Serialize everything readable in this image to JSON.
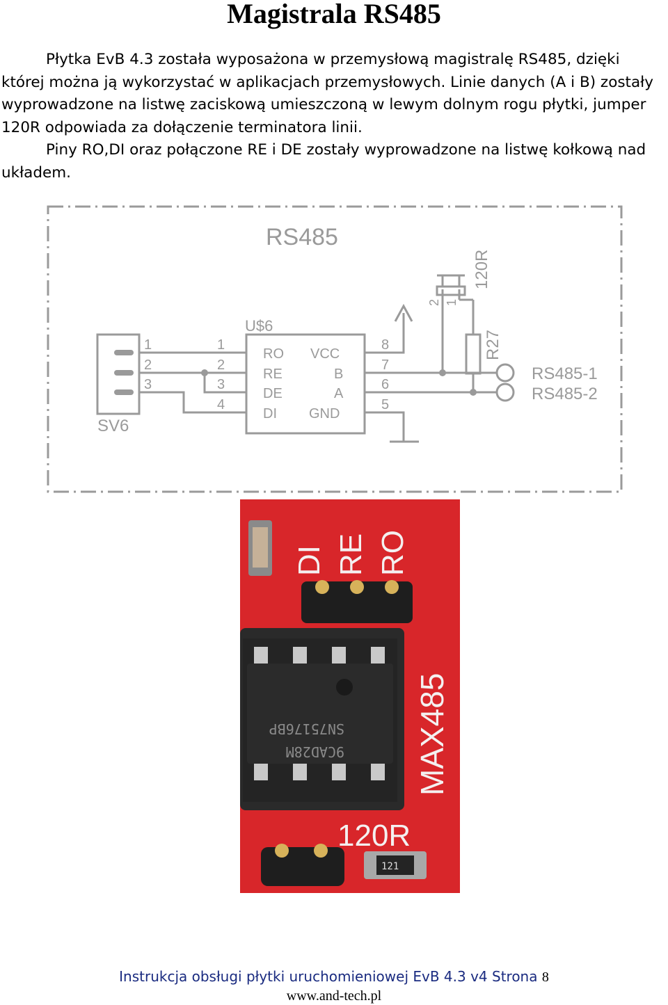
{
  "title": "Magistrala RS485",
  "paragraphs": [
    "Płytka EvB 4.3 została wyposażona w przemysłową magistralę RS485, dzięki której można ją wykorzystać w aplikacjach przemysłowych. Linie danych (A i B) zostały wyprowadzone na listwę zaciskową umieszczoną w lewym dolnym rogu płytki, jumper 120R odpowiada za dołączenie terminatora linii.",
    "Piny RO,DI oraz połączone RE i DE zostały wyprowadzone na listwę kołkową nad układem."
  ],
  "schematic": {
    "title": "RS485",
    "ic_name": "U$6",
    "ic_pins_left": [
      "RO",
      "RE",
      "DE",
      "DI"
    ],
    "ic_pins_right": [
      "VCC",
      "B",
      "A",
      "GND"
    ],
    "ic_pin_numbers_left": [
      "1",
      "2",
      "3",
      "4"
    ],
    "ic_pin_numbers_right": [
      "8",
      "7",
      "6",
      "5"
    ],
    "connector_name": "SV6",
    "connector_pins": [
      "1",
      "2",
      "3"
    ],
    "jumper_name": "120R",
    "jumper_pins": [
      "2",
      "1"
    ],
    "resistor_name": "R27",
    "terminals": [
      "RS485-1",
      "RS485-2"
    ]
  },
  "photo": {
    "header_labels": [
      "DI",
      "RE",
      "RO"
    ],
    "chip_line1": "SN75176BP",
    "chip_line2": "9CAD28M",
    "board_label": "MAX485",
    "jumper_label": "120R",
    "resistor_code": "121",
    "colors": {
      "pcb": "#d8262a",
      "silkscreen": "#f4f0f0",
      "chip": "#2b2b2b"
    }
  },
  "footer": {
    "line1": "Instrukcja obsługi płytki uruchomieniowej EvB 4.3 v4 Strona",
    "page": "8",
    "line2": "www.and-tech.pl"
  }
}
